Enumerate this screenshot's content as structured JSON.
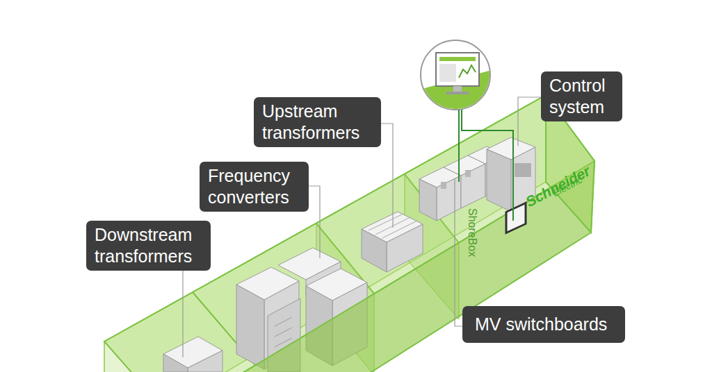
{
  "diagram": {
    "nodes": [
      {
        "text": [
          "Control system"
        ]
      },
      {
        "text": [
          "Upstream transformers"
        ]
      },
      {
        "text": [
          "Frequency converters"
        ]
      },
      {
        "text": [
          "Downstream transformers"
        ]
      },
      {
        "text": [
          "MV switchboards"
        ]
      }
    ],
    "labels": [
      "Schneider",
      "Electric",
      "ShoreBox"
    ]
  }
}
